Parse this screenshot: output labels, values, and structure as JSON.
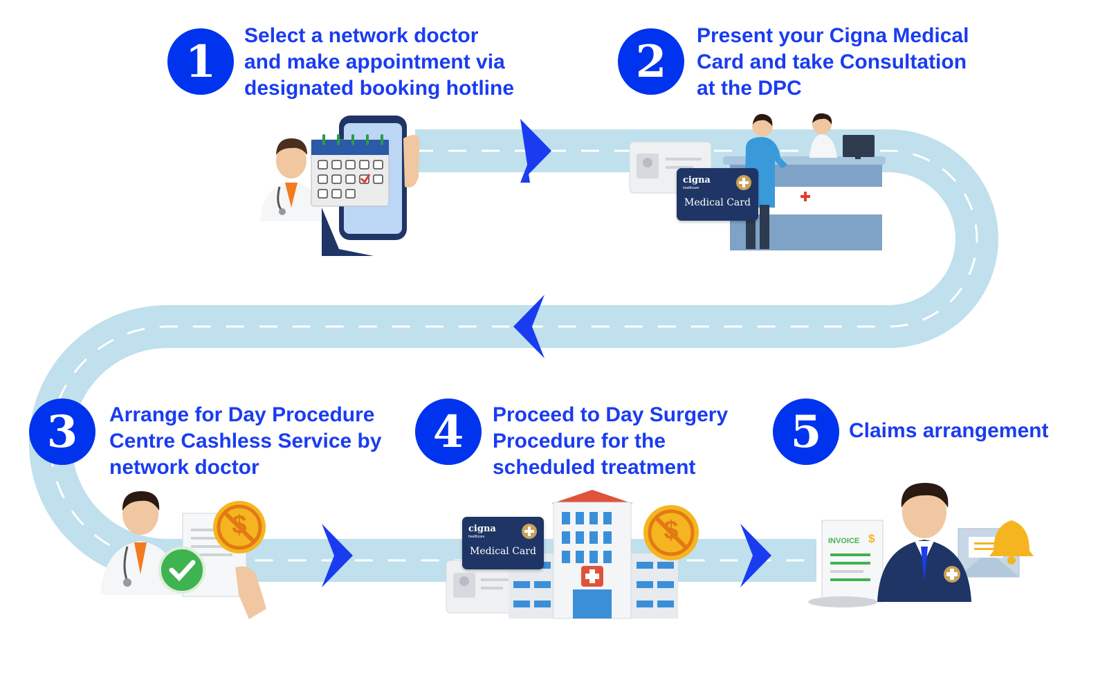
{
  "steps": [
    {
      "number": "1",
      "lines": [
        "Select a network doctor",
        "and make appointment via",
        "designated booking hotline"
      ]
    },
    {
      "number": "2",
      "lines": [
        "Present your Cigna Medical",
        "Card and take Consultation",
        "at the DPC"
      ]
    },
    {
      "number": "3",
      "lines": [
        "Arrange for Day Procedure",
        "Centre Cashless Service by",
        "network doctor"
      ]
    },
    {
      "number": "4",
      "lines": [
        "Proceed to Day Surgery",
        "Procedure for the",
        "scheduled treatment"
      ]
    },
    {
      "number": "5",
      "lines": [
        "Claims arrangement"
      ]
    }
  ],
  "cards": {
    "brand": "cigna",
    "brand_sub": "healthcare",
    "label": "Medical Card"
  },
  "invoice": {
    "label": "INVOICE",
    "symbol": "$"
  },
  "coin_symbol": "$",
  "colors": {
    "accent": "#0033ee",
    "text": "#1a3cf0",
    "road": "#bfe0ec",
    "card": "#1f3566",
    "coin": "#f5b520"
  }
}
